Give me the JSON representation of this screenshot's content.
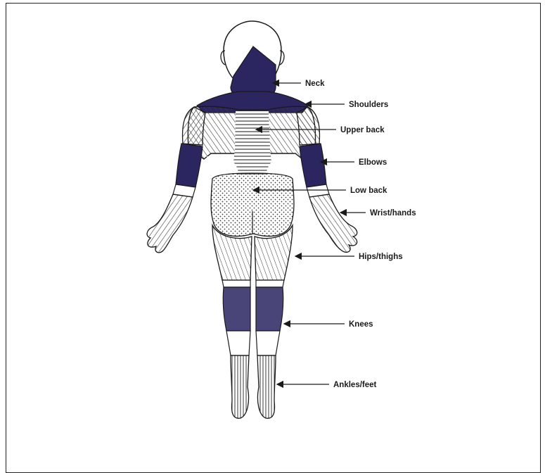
{
  "diagram": {
    "regions": [
      {
        "id": "neck",
        "label": "Neck"
      },
      {
        "id": "shoulders",
        "label": "Shoulders"
      },
      {
        "id": "upper-back",
        "label": "Upper back"
      },
      {
        "id": "elbows",
        "label": "Elbows"
      },
      {
        "id": "low-back",
        "label": "Low back"
      },
      {
        "id": "wrist-hands",
        "label": "Wrist/hands"
      },
      {
        "id": "hips-thighs",
        "label": "Hips/thighs"
      },
      {
        "id": "knees",
        "label": "Knees"
      },
      {
        "id": "ankles-feet",
        "label": "Ankles/feet"
      }
    ]
  },
  "colors": {
    "dark_fill": "#2b2660",
    "knee_fill": "#4a4578",
    "outline": "#1a1a1a",
    "hatch": "#3a3a3a"
  }
}
